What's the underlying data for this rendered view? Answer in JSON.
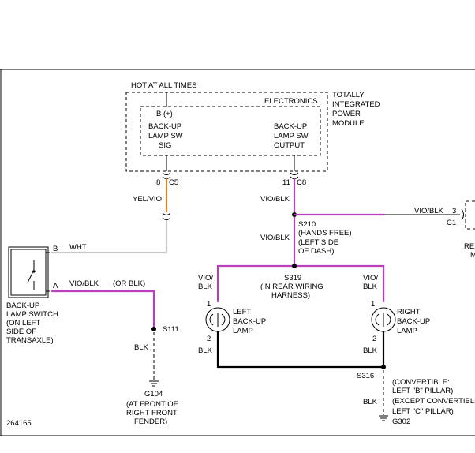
{
  "module": {
    "hot_at_all_times": "HOT AT ALL TIMES",
    "electronics": "ELECTRONICS",
    "name_lines": [
      "TOTALLY",
      "INTEGRATED",
      "POWER",
      "MODULE"
    ],
    "pin_b": "B (+)",
    "sig_lines": [
      "BACK-UP",
      "LAMP SW",
      "SIG"
    ],
    "out_lines": [
      "BACK-UP",
      "LAMP SW",
      "OUTPUT"
    ],
    "pin_sig": "8",
    "conn_sig": "C5",
    "pin_out": "11",
    "conn_out": "C8"
  },
  "wires": {
    "yel_vio": "YEL/VIO",
    "vio_blk": "VIO/BLK",
    "wht": "WHT",
    "or_blk": "(OR BLK)",
    "blk": "BLK",
    "vio": "VIO/"
  },
  "splices": {
    "s210": "S210",
    "s210_desc": [
      "(HANDS FREE)",
      "(LEFT SIDE",
      "OF DASH)"
    ],
    "s319": "S319",
    "s319_desc": [
      "(IN REAR WIRING",
      "HARNESS)"
    ],
    "s111": "S111",
    "s316": "S316"
  },
  "connector_c1": {
    "pin": "3",
    "name": "C1",
    "cut_1": "RE",
    "cut_2": "M"
  },
  "switch": {
    "pin_b": "B",
    "pin_a": "A",
    "label_lines": [
      "BACK-UP",
      "LAMP SWITCH",
      "(ON LEFT",
      "SIDE OF",
      "TRANSAXLE)"
    ]
  },
  "left_lamp": {
    "label_lines": [
      "LEFT",
      "BACK-UP",
      "LAMP"
    ],
    "pin1": "1",
    "pin2": "2"
  },
  "right_lamp": {
    "label_lines": [
      "RIGHT",
      "BACK-UP",
      "LAMP"
    ],
    "pin1": "1",
    "pin2": "2"
  },
  "grounds": {
    "g104": "G104",
    "g104_desc": [
      "(AT FRONT OF",
      "RIGHT FRONT",
      "FENDER)"
    ],
    "g302": "G302",
    "g302_desc": [
      "(CONVERTIBLE:",
      "LEFT \"B\" PILLAR)",
      "(EXCEPT CONVERTIBLE:",
      "LEFT \"C\" PILLAR)"
    ]
  },
  "figure_id": "264165",
  "colors": {
    "violet": "#b93fc0",
    "orange": "#d98a1e",
    "white_wire": "#c8c8c8",
    "black": "#000000"
  }
}
